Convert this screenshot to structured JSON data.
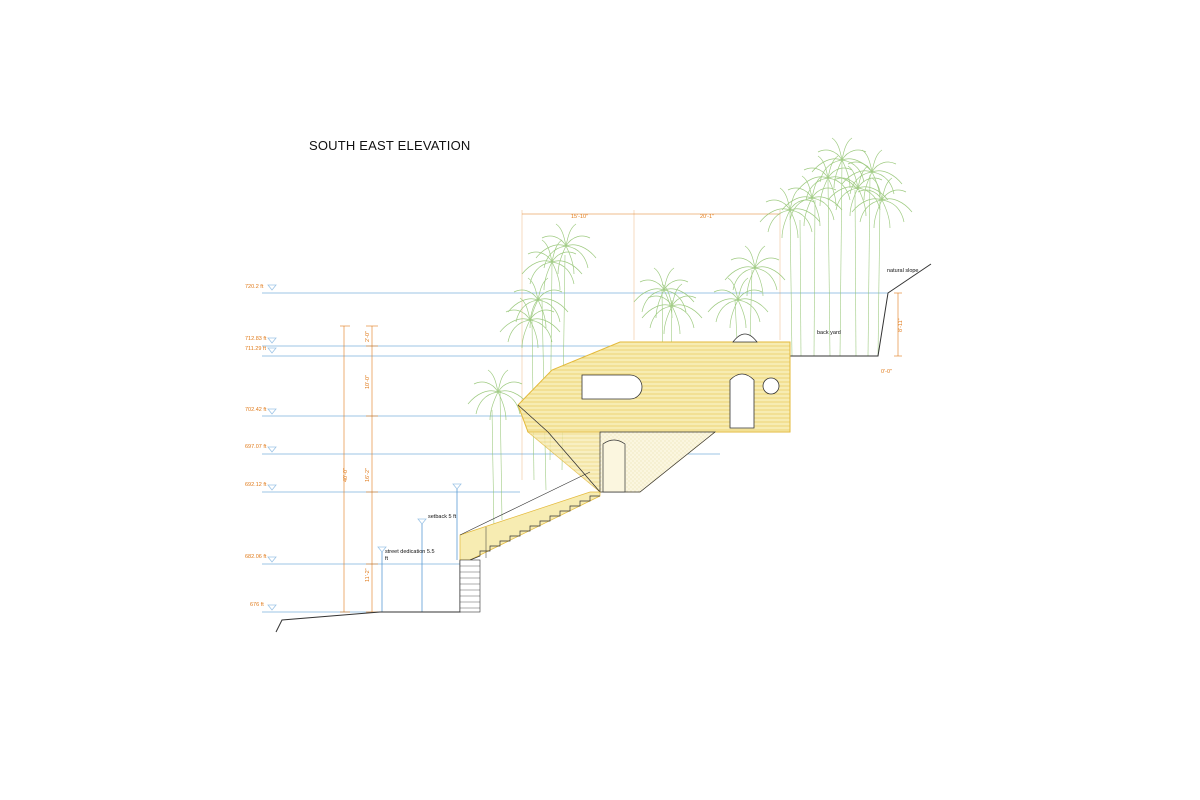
{
  "title": "SOUTH EAST ELEVATION",
  "colors": {
    "datum": "#9ec5e6",
    "dimension": "#e07a1a",
    "building_fill": "#f6e9a6",
    "building_stroke": "#e3b93a",
    "ground": "#333333",
    "vegetation": "#8fc26d"
  },
  "elevations": [
    "720.2 ft",
    "712.83 ft",
    "711.29 ft",
    "702.42 ft",
    "697.07 ft",
    "692.12 ft",
    "682.06 ft",
    "676 ft"
  ],
  "vertical_dims": {
    "overall": "40'-0\"",
    "segments": [
      "2'-0\"",
      "10'-0\"",
      "16'-2\"",
      "11'-2\""
    ]
  },
  "top_dims": [
    "15'-10\"",
    "20'-1\""
  ],
  "notes": {
    "setback": "setback 5 ft",
    "street_dedication_line1": "street dedication 5.5",
    "street_dedication_line2": "ft",
    "back_yard": "back yard",
    "natural_slope": "natural slope",
    "right_height": "8'-11\"",
    "right_zero": "0'-0\""
  },
  "icons": {
    "level_marker": "triangle-level-marker-icon",
    "palm_tree": "palm-tree-icon"
  }
}
